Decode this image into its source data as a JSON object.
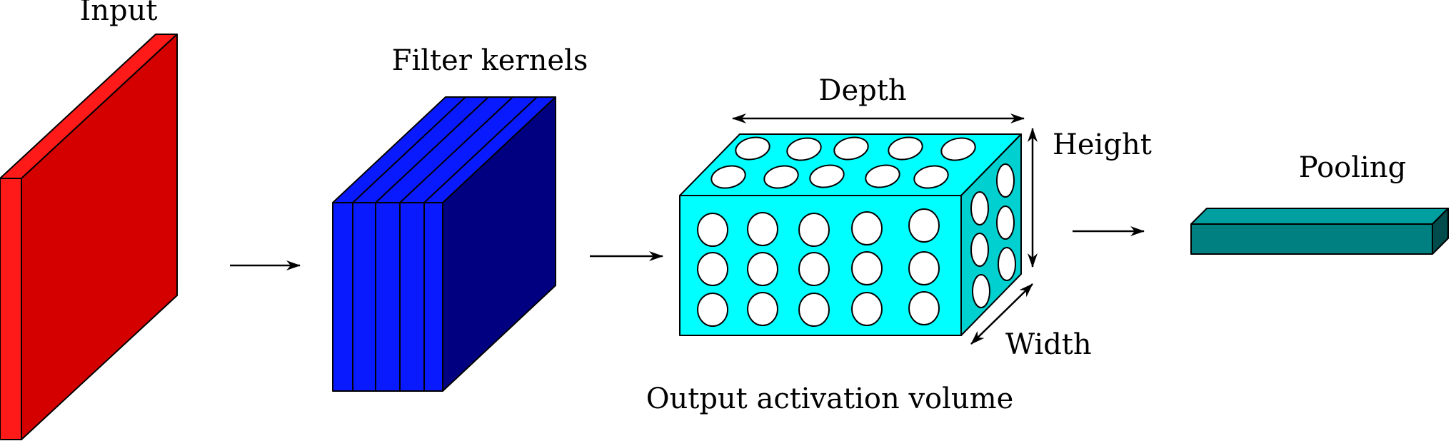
{
  "labels": {
    "input": "Input",
    "filter_kernels": "Filter kernels",
    "depth": "Depth",
    "height": "Height",
    "width": "Width",
    "output": "Output activation volume",
    "pooling": "Pooling"
  },
  "colors": {
    "input_front": "#d40000",
    "input_side": "#ff1a1a",
    "kernel_front": "#0a1aff",
    "kernel_dark": "#000080",
    "volume": "#00ffff",
    "volume_side": "#00d0d0",
    "pool_front": "#008080",
    "pool_top": "#00a0a0",
    "pool_side": "#004c4c"
  }
}
